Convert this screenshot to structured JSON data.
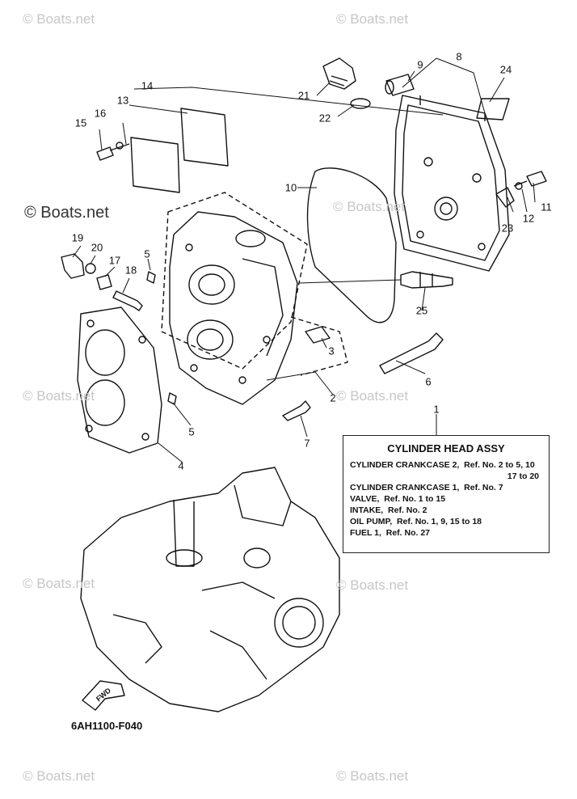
{
  "watermarks": {
    "top_left": "© Boats.net",
    "top_right": "© Boats.net",
    "mid_left_big": "© Boats.net",
    "mid_right": "© Boats.net",
    "row2_left": "© Boats.net",
    "row2_right": "© Boats.net",
    "row3_left": "© Boats.net",
    "row3_right": "© Boats.net",
    "bottom_left": "© Boats.net",
    "bottom_right": "© Boats.net"
  },
  "callouts": [
    "1",
    "2",
    "3",
    "4",
    "5",
    "5",
    "6",
    "7",
    "8",
    "9",
    "10",
    "11",
    "12",
    "13",
    "14",
    "15",
    "16",
    "17",
    "18",
    "19",
    "20",
    "21",
    "22",
    "23",
    "24",
    "25"
  ],
  "legend": {
    "title": "CYLINDER HEAD ASSY",
    "lines": [
      "CYLINDER CRANKCASE 2,  Ref. No. 2 to 5, 10",
      "17 to 20",
      "CYLINDER CRANKCASE 1,  Ref. No. 7",
      "VALVE,  Ref. No. 1 to 15",
      "INTAKE,  Ref. No. 2",
      "OIL PUMP,  Ref. No. 1, 9, 15 to 18",
      "FUEL 1,  Ref. No. 27"
    ]
  },
  "part_code": "6AH1100-F040",
  "fwd_label": "FWD"
}
